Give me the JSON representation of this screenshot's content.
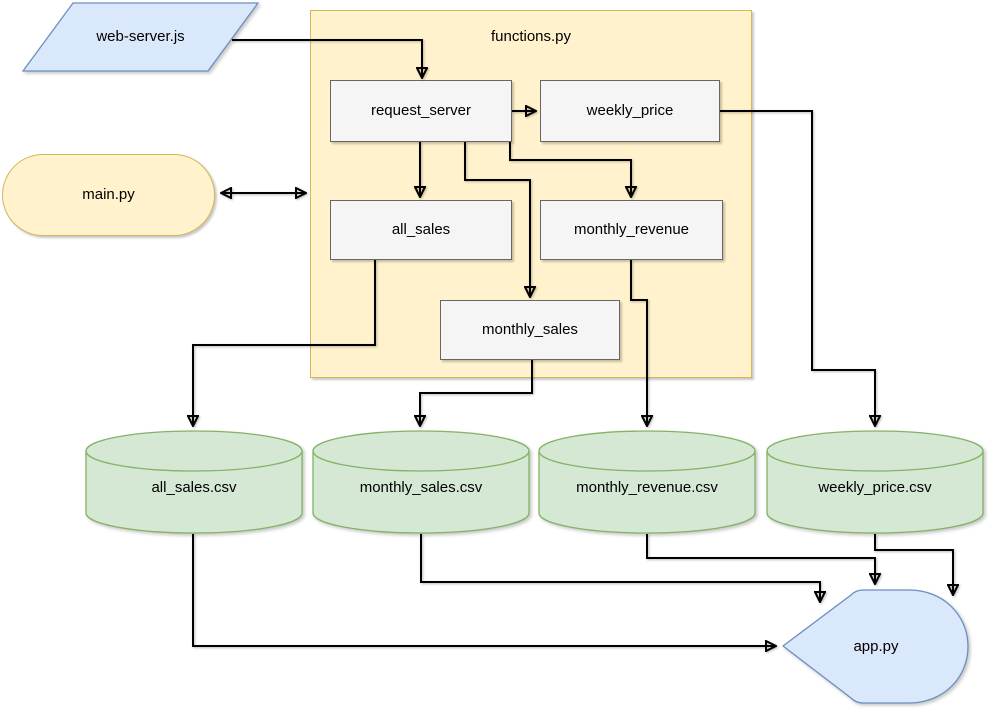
{
  "diagram": {
    "kind": "flowchart",
    "background": "#ffffff",
    "colors": {
      "connector": "#000000",
      "text": "#000000",
      "blue_fill": "#dae8fc",
      "blue_stroke": "#6c8ebf",
      "yellow_fill": "#fff2cc",
      "yellow_stroke": "#d6b656",
      "green_fill": "#d5e8d4",
      "green_stroke": "#82b366",
      "gray_fill": "#f5f5f5",
      "gray_stroke": "#666666"
    },
    "nodes": {
      "web_server_js": {
        "label": "web-server.js",
        "shape": "parallelogram",
        "fill": "#dae8fc",
        "stroke": "#6c8ebf"
      },
      "main_py": {
        "label": "main.py",
        "shape": "stadium",
        "fill": "#fff2cc",
        "stroke": "#d6b656"
      },
      "functions_py": {
        "label": "functions.py",
        "shape": "group-container",
        "fill": "#fff2cc",
        "stroke": "#d6b656"
      },
      "request_server": {
        "label": "request_server",
        "shape": "rectangle",
        "fill": "#f5f5f5",
        "stroke": "#666666"
      },
      "weekly_price": {
        "label": "weekly_price",
        "shape": "rectangle",
        "fill": "#f5f5f5",
        "stroke": "#666666"
      },
      "all_sales": {
        "label": "all_sales",
        "shape": "rectangle",
        "fill": "#f5f5f5",
        "stroke": "#666666"
      },
      "monthly_revenue": {
        "label": "monthly_revenue",
        "shape": "rectangle",
        "fill": "#f5f5f5",
        "stroke": "#666666"
      },
      "monthly_sales": {
        "label": "monthly_sales",
        "shape": "rectangle",
        "fill": "#f5f5f5",
        "stroke": "#666666"
      },
      "all_sales_csv": {
        "label": "all_sales.csv",
        "shape": "cylinder",
        "fill": "#d5e8d4",
        "stroke": "#82b366"
      },
      "monthly_sales_csv": {
        "label": "monthly_sales.csv",
        "shape": "cylinder",
        "fill": "#d5e8d4",
        "stroke": "#82b366"
      },
      "monthly_revenue_csv": {
        "label": "monthly_revenue.csv",
        "shape": "cylinder",
        "fill": "#d5e8d4",
        "stroke": "#82b366"
      },
      "weekly_price_csv": {
        "label": "weekly_price.csv",
        "shape": "cylinder",
        "fill": "#d5e8d4",
        "stroke": "#82b366"
      },
      "app_py": {
        "label": "app.py",
        "shape": "display",
        "fill": "#dae8fc",
        "stroke": "#6c8ebf"
      }
    },
    "edges": [
      {
        "from": "web-server.js",
        "to": "request_server",
        "arrows": "end"
      },
      {
        "from": "main.py",
        "to": "functions.py",
        "arrows": "both"
      },
      {
        "from": "request_server",
        "to": "weekly_price",
        "arrows": "end"
      },
      {
        "from": "request_server",
        "to": "all_sales",
        "arrows": "end"
      },
      {
        "from": "request_server",
        "to": "monthly_sales",
        "arrows": "end"
      },
      {
        "from": "request_server",
        "to": "monthly_revenue",
        "arrows": "end"
      },
      {
        "from": "weekly_price",
        "to": "weekly_price.csv",
        "arrows": "end"
      },
      {
        "from": "all_sales",
        "to": "all_sales.csv",
        "arrows": "end"
      },
      {
        "from": "monthly_sales",
        "to": "monthly_sales.csv",
        "arrows": "end"
      },
      {
        "from": "monthly_revenue",
        "to": "monthly_revenue.csv",
        "arrows": "end"
      },
      {
        "from": "all_sales.csv",
        "to": "app.py",
        "arrows": "end"
      },
      {
        "from": "monthly_sales.csv",
        "to": "app.py",
        "arrows": "end"
      },
      {
        "from": "monthly_revenue.csv",
        "to": "app.py",
        "arrows": "end"
      },
      {
        "from": "weekly_price.csv",
        "to": "app.py",
        "arrows": "end"
      }
    ]
  }
}
